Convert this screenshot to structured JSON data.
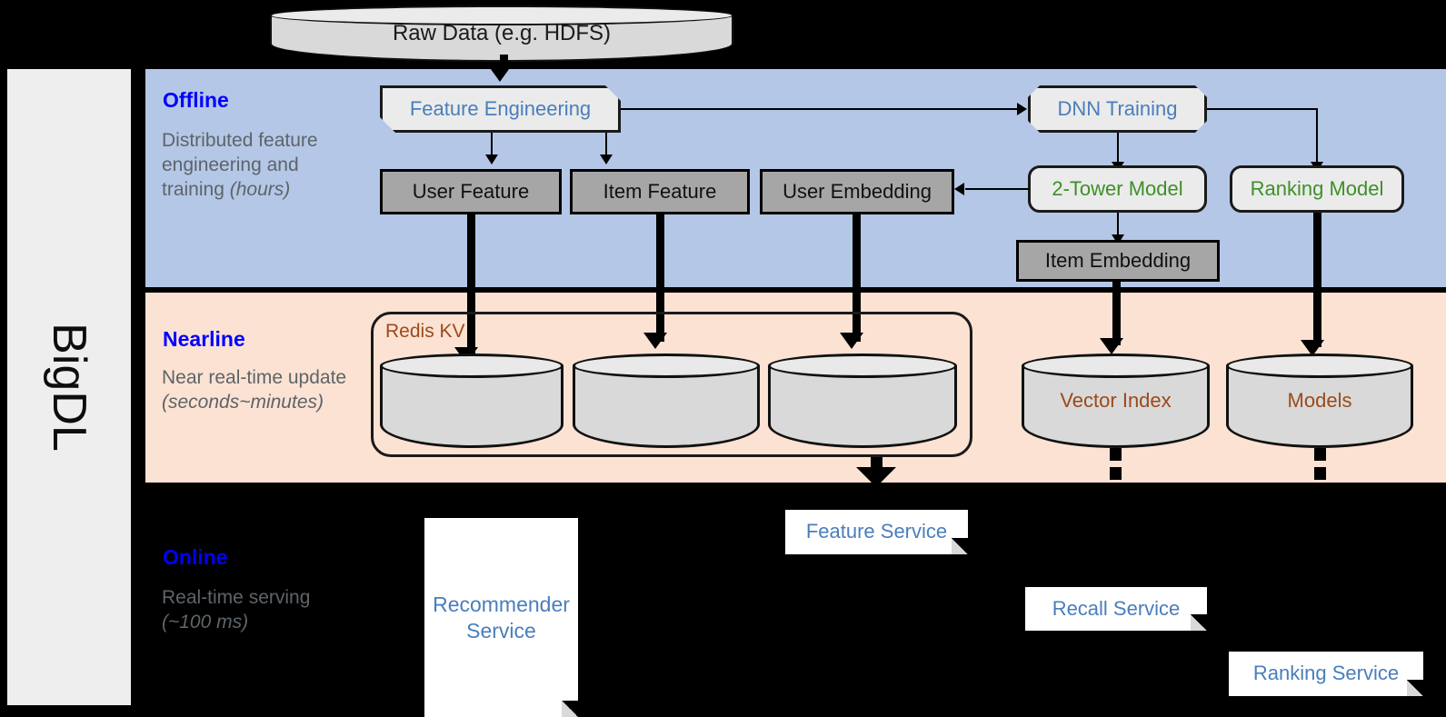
{
  "rail": {
    "label": "BigDL"
  },
  "source": {
    "label": "Raw Data (e.g. HDFS)"
  },
  "bands": {
    "offline": {
      "title": "Offline",
      "desc": "Distributed feature engineering and training (hours)"
    },
    "nearline": {
      "title": "Nearline",
      "desc": "Near real-time update (seconds~minutes)"
    },
    "online": {
      "title": "Online",
      "desc": "Real-time serving (~100 ms)"
    }
  },
  "offline": {
    "feature_engineering": "Feature Engineering",
    "dnn_training": "DNN Training",
    "user_feature": "User Feature",
    "item_feature": "Item Feature",
    "user_embedding": "User Embedding",
    "two_tower_model": "2-Tower Model",
    "ranking_model": "Ranking Model",
    "item_embedding": "Item Embedding"
  },
  "nearline": {
    "redis_kv": "Redis KV",
    "store_1": "",
    "store_2": "",
    "store_3": "",
    "vector_index": "Vector Index",
    "models": "Models"
  },
  "online": {
    "recommender_service": "Recommender Service",
    "feature_service": "Feature Service",
    "recall_service": "Recall Service",
    "ranking_service": "Ranking Service"
  },
  "colors": {
    "offline_band": "#b4c7e7",
    "nearline_band": "#fbe2d3",
    "online_band": "#000000",
    "band_title": "#0000ff",
    "band_desc": "#5e6468",
    "blue_text": "#4a7ebb",
    "green_text": "#3f8f29",
    "brown_text": "#9c4a1a",
    "gray_fill": "#a6a6a6",
    "light_fill": "#ebebeb",
    "rail_fill": "#eeeeee"
  }
}
